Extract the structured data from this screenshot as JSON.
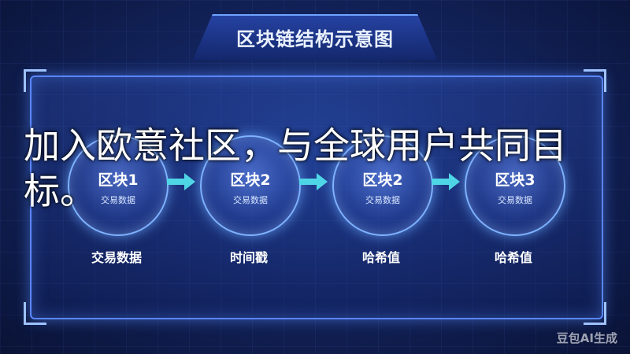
{
  "title": "区块链结构示意图",
  "blocks": [
    {
      "title": "区块1",
      "subtitle": "交易数据",
      "caption": "交易数据"
    },
    {
      "title": "区块2",
      "subtitle": "交易数据",
      "caption": "时间戳"
    },
    {
      "title": "区块2",
      "subtitle": "交易数据",
      "caption": "哈希值"
    },
    {
      "title": "区块3",
      "subtitle": "交易数据",
      "caption": "哈希值"
    }
  ],
  "overlay_text": "加入欧意社区，与全球用户共同目标。",
  "watermark": "豆包AI生成",
  "colors": {
    "background": "#13245e",
    "accent": "#5a86ff",
    "arrow": "#4fd6e6"
  }
}
